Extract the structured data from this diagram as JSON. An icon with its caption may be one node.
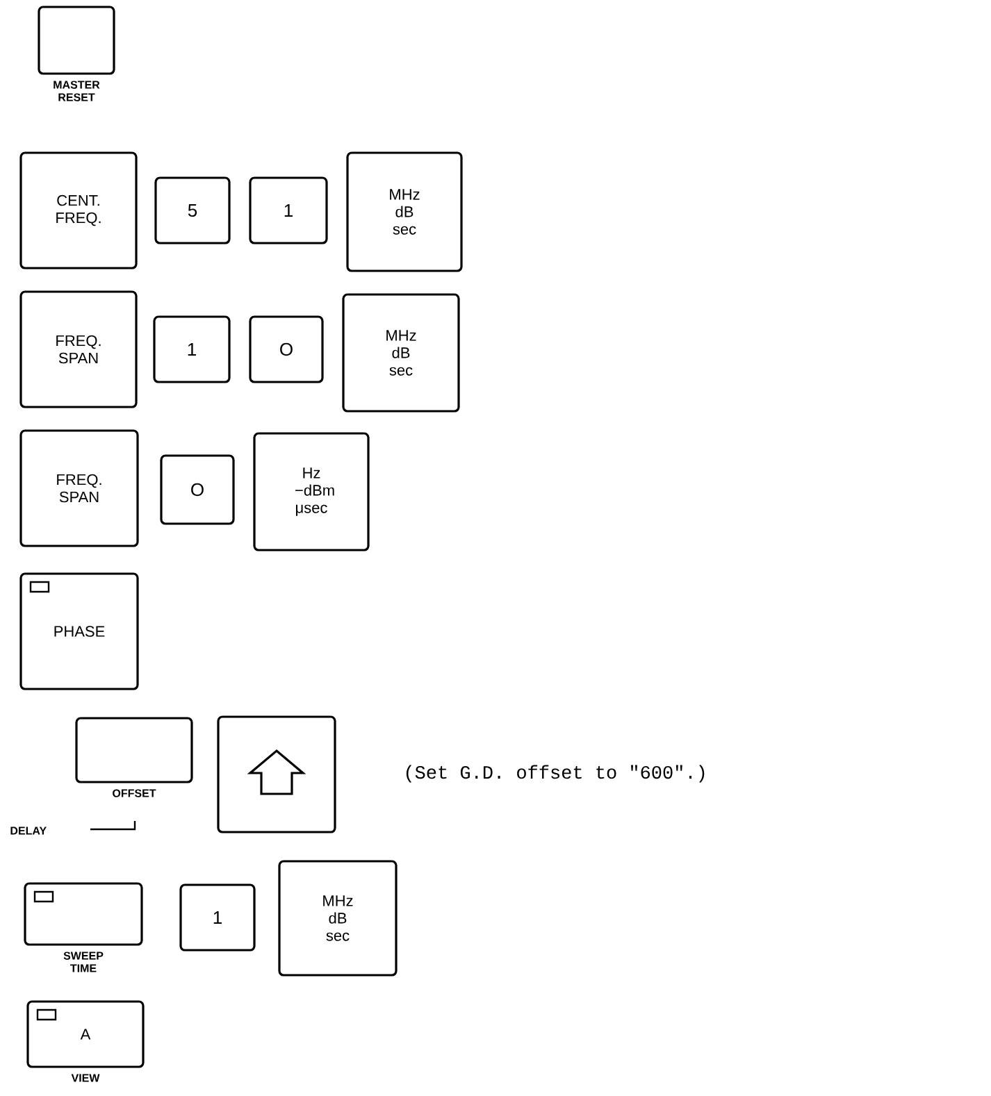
{
  "diagram": {
    "nodes": [
      {
        "text": [
          "MASTER RESET"
        ]
      },
      {
        "text": [
          "CENT. FREQ."
        ]
      },
      {
        "text": [
          "5"
        ]
      },
      {
        "text": [
          "1"
        ]
      },
      {
        "text": [
          "MHz dB sec"
        ]
      },
      {
        "text": [
          "FREQ. SPAN"
        ]
      },
      {
        "text": [
          "1"
        ]
      },
      {
        "text": [
          "O"
        ]
      },
      {
        "text": [
          "MHz dB sec"
        ]
      },
      {
        "text": [
          "FREQ. SPAN"
        ]
      },
      {
        "text": [
          "O"
        ]
      },
      {
        "text": [
          "Hz −dBm μsec"
        ]
      },
      {
        "text": [
          "PHASE"
        ]
      },
      {
        "text": [
          "OFFSET"
        ],
        "beside": [
          "DELAY"
        ]
      },
      {
        "text": [],
        "shape": "box"
      },
      {
        "text": [
          "SWEEP TIME"
        ]
      },
      {
        "text": [
          "1"
        ]
      },
      {
        "text": [
          "MHz dB sec"
        ]
      },
      {
        "text": [
          "A",
          "VIEW"
        ]
      }
    ],
    "labels": [
      "(Set G.D. offset to \"600\".)"
    ]
  }
}
